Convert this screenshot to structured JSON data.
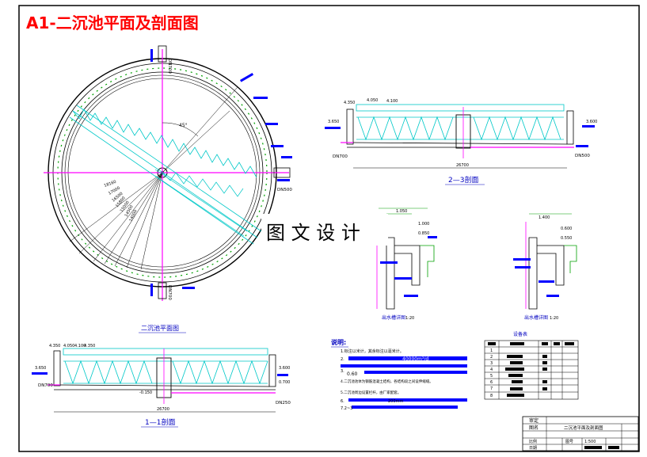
{
  "sheet": {
    "title": "A1-二沉池平面及剖面图",
    "watermark": "图 文 设 计"
  },
  "plan": {
    "caption": "二沉池平面图",
    "pipe_top_label": "DN700",
    "pipe_bottom_label": "DN700",
    "pipe_right_label": "DN500",
    "angle_label": "45°",
    "radial_dims": [
      "18160",
      "17000",
      "16500",
      "15800",
      "15000",
      "14500",
      "14000"
    ]
  },
  "section11": {
    "caption": "1—1剖面",
    "levels": [
      "4.350",
      "4.050",
      "4.100",
      "4.350"
    ],
    "left_level": "3.650",
    "right_level": "3.600",
    "bottom_level": "-0.150",
    "right_level2": "0.700",
    "pipe_left": "DN700",
    "pipe_right": "DN250",
    "dim_bottom": "26700"
  },
  "section23": {
    "caption": "2—3剖面",
    "levels": [
      "4.350",
      "4.050",
      "4.100"
    ],
    "left_level": "3.650",
    "right_level": "3.600",
    "pipe_left": "DN700",
    "pipe_right": "DN500",
    "dim_bottom": "26700"
  },
  "detail_left": {
    "caption": "出水槽详图",
    "scale": "1:20",
    "dims": [
      "1.050",
      "1.000",
      "0.850"
    ]
  },
  "detail_right": {
    "caption": "出水槽详图",
    "scale": "1:20",
    "dims": [
      "1.400",
      "0.600",
      "0.550"
    ]
  },
  "notes": {
    "heading": "说明:",
    "lines": [
      "1.标注以米计，其余标注以毫米计。",
      "2.",
      "3.",
      "4.二沉池池体为钢筋混凝土结构，各结构段之间设伸缩缝。",
      "5.二沉池周边设置栏杆，由厂家配套。",
      "6.",
      "7.2~3"
    ],
    "highlight": "40000m³/d",
    "spacing": "0.60",
    "unit_suffix": "200mm"
  },
  "equipment": {
    "caption": "设备表",
    "rows": [
      "1",
      "2",
      "3",
      "4",
      "5",
      "6",
      "7",
      "8"
    ]
  },
  "titleblock": {
    "row1_label": "审定",
    "row2_label": "图名",
    "drawing_name": "二沉池平面及剖面图",
    "row3_left": "比例",
    "row3_mid": "图号",
    "scale_value": "1:500",
    "row4_left": "日期"
  },
  "colors": {
    "frame": "#000000",
    "teal": "#00c8c8",
    "magenta": "#ff00ff",
    "blue": "#0000ff",
    "title_red": "#ff0000",
    "green": "#00a000"
  }
}
